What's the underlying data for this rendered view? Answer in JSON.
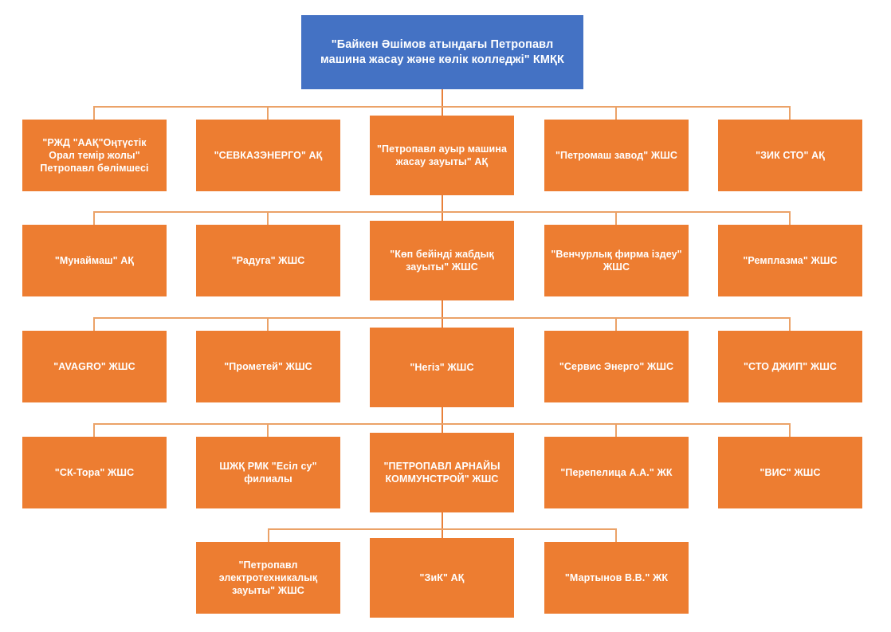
{
  "diagram": {
    "title": "\"Байкен Әшімов атындағы Петропавл машина жасау және көлік колледжі\" КМҚК",
    "colors": {
      "root_fill": "#4472C4",
      "node_fill": "#ED7D31",
      "connector": "#E8813A",
      "text": "#FFFFFF",
      "background": "#FFFFFF"
    },
    "root": {
      "label": "\"Байкен Әшімов атындағы Петропавл машина жасау және көлік колледжі\" КМҚК"
    },
    "rows": [
      {
        "row_name": "row-1",
        "nodes": [
          {
            "label": "\"РЖД \"ААҚ\"Оңтүстік Орал темір жолы\" Петропавл бөлімшесі"
          },
          {
            "label": "\"СЕВКАЗЭНЕРГО\" АҚ"
          },
          {
            "label": "\"Петропавл ауыр машина жасау зауыты\" АҚ"
          },
          {
            "label": "\"Петромаш завод\" ЖШС"
          },
          {
            "label": "\"ЗИК СТО\" АҚ"
          }
        ]
      },
      {
        "row_name": "row-2",
        "nodes": [
          {
            "label": "\"Мунаймаш\" АҚ"
          },
          {
            "label": "\"Радуга\" ЖШС"
          },
          {
            "label": "\"Көп бейінді жабдық зауыты\" ЖШС"
          },
          {
            "label": "\"Венчурлық фирма іздеу\" ЖШС"
          },
          {
            "label": "\"Ремплазма\" ЖШС"
          }
        ]
      },
      {
        "row_name": "row-3",
        "nodes": [
          {
            "label": "\"AVAGRO\" ЖШС"
          },
          {
            "label": "\"Прометей\" ЖШС"
          },
          {
            "label": "\"Негіз\" ЖШС"
          },
          {
            "label": "\"Сервис Энерго\" ЖШС"
          },
          {
            "label": "\"СТО ДЖИП\" ЖШС"
          }
        ]
      },
      {
        "row_name": "row-4",
        "nodes": [
          {
            "label": "\"СК-Тора\" ЖШС"
          },
          {
            "label": "ШЖҚ РМК \"Есіл су\" филиалы"
          },
          {
            "label": "\"ПЕТРОПАВЛ АРНАЙЫ КОММУНСТРОЙ\" ЖШС"
          },
          {
            "label": "\"Перепелица А.А.\" ЖК"
          },
          {
            "label": "\"ВИС\" ЖШС"
          }
        ]
      },
      {
        "row_name": "row-5",
        "nodes": [
          {
            "label": "\"Петропавл электротехникалық зауыты\" ЖШС"
          },
          {
            "label": "\"ЗиК\" АҚ"
          },
          {
            "label": "\"Мартынов В.В.\" ЖК"
          }
        ]
      }
    ]
  }
}
